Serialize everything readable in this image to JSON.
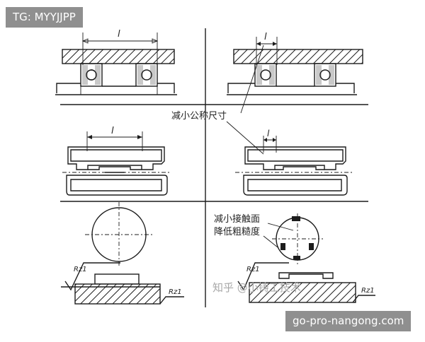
{
  "badges": {
    "top_left": "TG: MYYJJPP",
    "bottom_right": "go-pro-nangong.com"
  },
  "labels": {
    "dimension_l": "l",
    "reduce_nominal_size": "减小公称尺寸",
    "reduce_contact_surface_line1": "减小接触面",
    "reduce_contact_surface_line2": "降低粗糙度",
    "roughness_rz": "Rz1",
    "watermark_zhihu": "知乎 @小铸工技术"
  }
}
